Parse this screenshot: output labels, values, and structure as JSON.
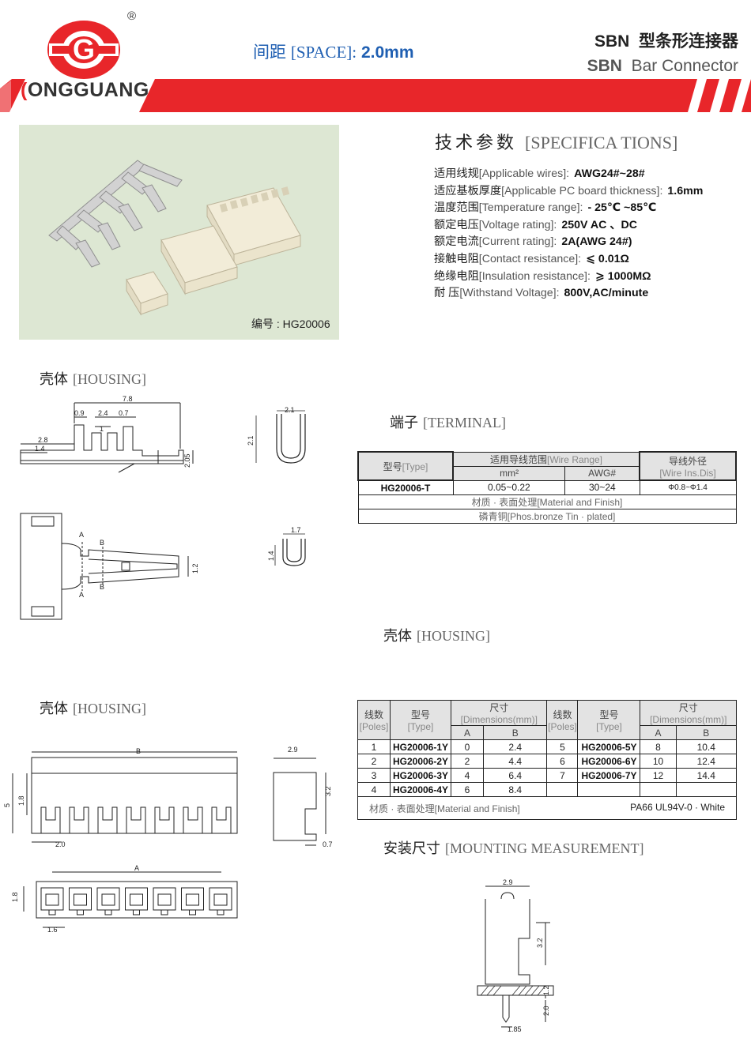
{
  "header": {
    "brand": "ONGGUANG",
    "brand_initial": "G",
    "registered": "®",
    "space_zh": "间距",
    "space_en": "[SPACE]:",
    "space_value": "2.0mm",
    "title_zh_prefix": "SBN",
    "title_zh": "型条形连接器",
    "title_en_prefix": "SBN",
    "title_en": "Bar Connector",
    "accent_color": "#e8262a"
  },
  "photo": {
    "code": "编号 : HG20006"
  },
  "specs": {
    "title_zh": "技术参数",
    "title_en": "[SPECIFICA TIONS]",
    "rows": [
      {
        "label_zh": "适用线规",
        "label_en": "[Applicable wires]:",
        "value": "AWG24#~28#"
      },
      {
        "label_zh": "适应基板厚度",
        "label_en": "[Applicable PC board thickness]:",
        "value": "1.6mm"
      },
      {
        "label_zh": "温度范围",
        "label_en": "[Temperature range]:",
        "value": "- 25℃ ~85℃"
      },
      {
        "label_zh": "额定电压",
        "label_en": "[Voltage rating]:",
        "value": "250V  AC 、DC"
      },
      {
        "label_zh": "额定电流",
        "label_en": "[Current rating]:",
        "value": "2A(AWG 24#)"
      },
      {
        "label_zh": "接触电阻",
        "label_en": "[Contact resistance]:",
        "value": "⩽ 0.01Ω"
      },
      {
        "label_zh": "绝缘电阻",
        "label_en": "[Insulation resistance]:",
        "value": "⩾ 1000MΩ"
      },
      {
        "label_zh": "耐       压",
        "label_en": "[Withstand Voltage]:",
        "value": "800V,AC/minute"
      }
    ]
  },
  "sections": {
    "housing_top_zh": "壳体",
    "housing_top_en": "[HOUSING]",
    "terminal_zh": "端子",
    "terminal_en": "[TERMINAL]",
    "housing_mid_zh": "壳体",
    "housing_mid_en": "[HOUSING]",
    "housing_bottom_zh": "壳体",
    "housing_bottom_en": "[HOUSING]",
    "mounting_zh": "安装尺寸",
    "mounting_en": "[MOUNTING MEASUREMENT]"
  },
  "drawing_labels": {
    "term_side": {
      "d78": "7.8",
      "d09": "0.9",
      "d24": "2.4",
      "d07": "0.7",
      "d1": "1",
      "d28": "2.8",
      "d14": "1.4",
      "d205": "2.05"
    },
    "term_end": {
      "d21w": "2.1",
      "d21h": "2.1"
    },
    "term_top": {
      "a1": "A",
      "a2": "A",
      "b1": "B",
      "b2": "B",
      "d12": "1.2"
    },
    "term_section": {
      "d17": "1.7",
      "d14": "1.4"
    },
    "housing_front": {
      "b": "B",
      "d5": "5",
      "d18": "1.8",
      "d20": "2.0"
    },
    "housing_side": {
      "d29": "2.9",
      "d32": "3.2",
      "d07": "0.7"
    },
    "housing_bottom": {
      "a": "A",
      "d18": "1.8",
      "d16": "1.6"
    },
    "mounting": {
      "d29": "2.9",
      "d32": "3.2",
      "d12": "1.2",
      "d20": "2.0",
      "d185": "1.85"
    }
  },
  "terminal_table": {
    "type_zh": "型号",
    "type_en": "[Type]",
    "wire_range_zh": "适用导线范围",
    "wire_range_en": "[Wire Range]",
    "wire_ins_zh": "导线外径",
    "wire_ins_en": "[Wire Ins.Dis]",
    "mm2": "mm²",
    "awg": "AWG#",
    "type_value": "HG20006-T",
    "mm2_value": "0.05~0.22",
    "awg_value": "30~24",
    "ins_value": "Φ0.8~Φ1.4",
    "material_zh": "材质 · 表面处理",
    "material_en": "[Material and Finish]",
    "finish_zh": "磷青铜",
    "finish_en": "[Phos.bronze Tin · plated]"
  },
  "housing_table": {
    "poles_zh": "线数",
    "poles_en": "[Poles]",
    "type_zh": "型号",
    "type_en": "[Type]",
    "dim_zh": "尺寸",
    "dim_en": "[Dimensions(mm)]",
    "a": "A",
    "b": "B",
    "rows_left": [
      {
        "poles": "1",
        "type": "HG20006-1Y",
        "a": "0",
        "b": "2.4"
      },
      {
        "poles": "2",
        "type": "HG20006-2Y",
        "a": "2",
        "b": "4.4"
      },
      {
        "poles": "3",
        "type": "HG20006-3Y",
        "a": "4",
        "b": "6.4"
      },
      {
        "poles": "4",
        "type": "HG20006-4Y",
        "a": "6",
        "b": "8.4"
      }
    ],
    "rows_right": [
      {
        "poles": "5",
        "type": "HG20006-5Y",
        "a": "8",
        "b": "10.4"
      },
      {
        "poles": "6",
        "type": "HG20006-6Y",
        "a": "10",
        "b": "12.4"
      },
      {
        "poles": "7",
        "type": "HG20006-7Y",
        "a": "12",
        "b": "14.4"
      }
    ],
    "material_zh": "材质 · 表面处理",
    "material_en": "[Material and Finish]",
    "material_value": "PA66 UL94V-0 · White"
  }
}
